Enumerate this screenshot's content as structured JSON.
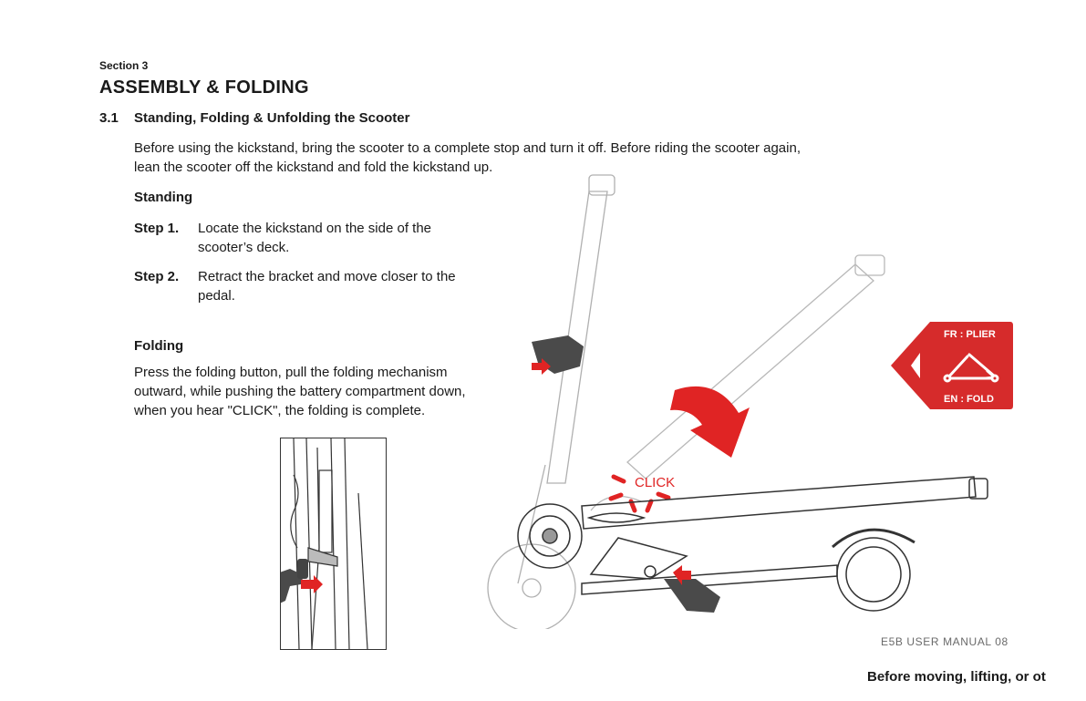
{
  "section": {
    "label": "Section 3",
    "title": "ASSEMBLY & FOLDING"
  },
  "subsection": {
    "number": "3.1",
    "title": "Standing, Folding & Unfolding the Scooter"
  },
  "intro": {
    "line1": "Before using the kickstand, bring the scooter to a complete stop and turn it off. Before riding the scooter again,",
    "line2": "lean the scooter off the kickstand and fold the kickstand up."
  },
  "standing": {
    "heading": "Standing",
    "steps": [
      {
        "label": "Step 1.",
        "text": "Locate the kickstand on the side of the scooter’s deck."
      },
      {
        "label": "Step 2.",
        "text": "Retract the bracket and move closer to the pedal."
      }
    ]
  },
  "folding": {
    "heading": "Folding",
    "line1": "Press the folding button, pull the folding mechanism",
    "line2": "outward, while pushing the battery compartment down,",
    "line3": "when you hear \"CLICK\", the folding is complete."
  },
  "figure": {
    "click_label": "CLICK",
    "badge_top": "FR : PLIER",
    "badge_bottom": "EN : FOLD",
    "accent_color": "#e02424",
    "hand_color": "#4a4a4a",
    "icons": [
      "hand-icon",
      "curved-arrow-icon",
      "fold-triangle-icon"
    ]
  },
  "footer": {
    "manual": "E5B USER MANUAL  08",
    "note": "Before moving, lifting, or ot"
  }
}
